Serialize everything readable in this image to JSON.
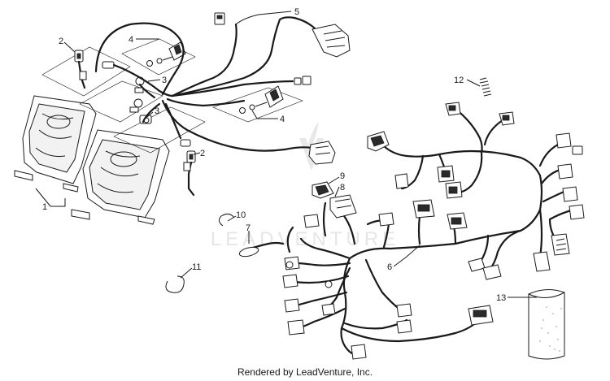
{
  "watermark": {
    "text": "LEADVENTURE"
  },
  "callouts": {
    "c1": "1",
    "c2": "2",
    "c3a": "3",
    "c3b": "3",
    "c4a": "4",
    "c4b": "4",
    "c5": "5",
    "c6": "6",
    "c7": "7",
    "c8": "8",
    "c9": "9",
    "c10": "10",
    "c11": "11",
    "c12": "12",
    "c13": "13"
  },
  "footer": {
    "credit": "Rendered by LeadVenture, Inc."
  },
  "colors": {
    "line": "#1a1a1a",
    "watermark": "#e8e8e8",
    "background": "#ffffff"
  }
}
